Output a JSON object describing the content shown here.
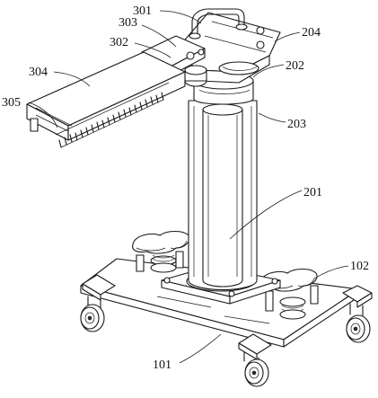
{
  "labels": {
    "l301": "301",
    "l303": "303",
    "l302": "302",
    "l204": "204",
    "l202": "202",
    "l304": "304",
    "l305": "305",
    "l203": "203",
    "l201": "201",
    "l102": "102",
    "l101": "101"
  }
}
